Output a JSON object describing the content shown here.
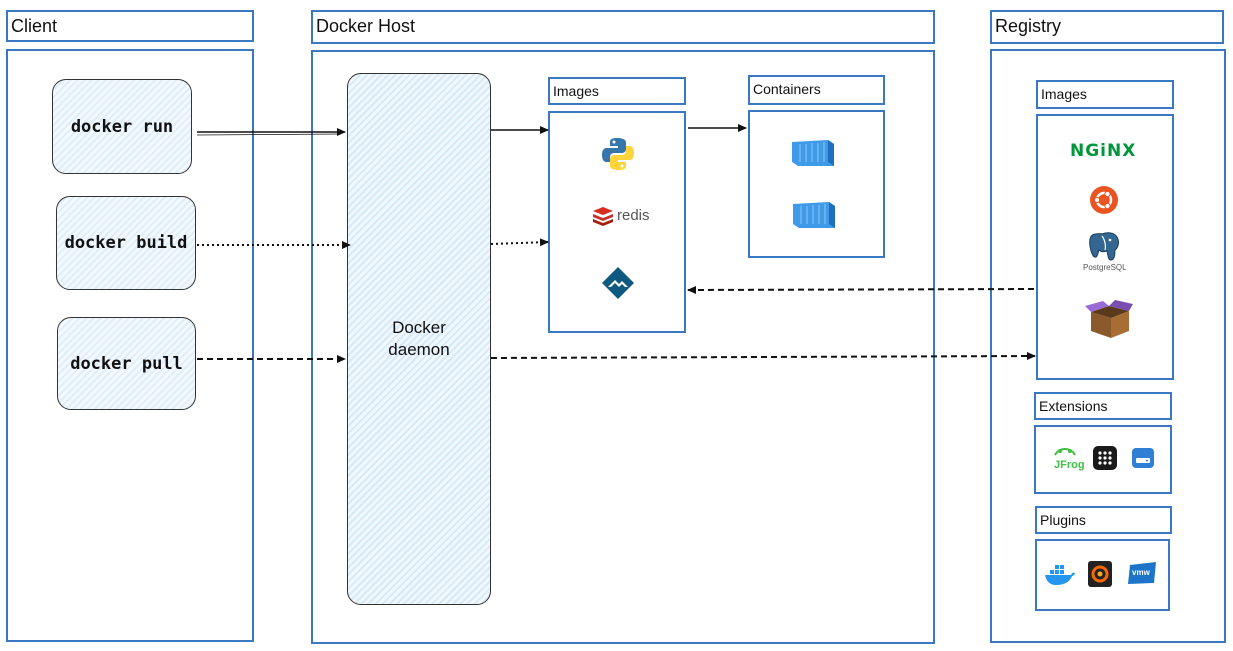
{
  "client": {
    "title": "Client",
    "commands": [
      "docker run",
      "docker build",
      "docker pull"
    ]
  },
  "host": {
    "title": "Docker Host",
    "daemon_line1": "Docker",
    "daemon_line2": "daemon",
    "images_title": "Images",
    "containers_title": "Containers",
    "redis_label": "redis"
  },
  "registry": {
    "title": "Registry",
    "images_title": "Images",
    "extensions_title": "Extensions",
    "plugins_title": "Plugins",
    "nginx_label": "NGiNX",
    "postgres_label": "PostgreSQL",
    "jfrog_label": "JFrog",
    "vmw_label": "vmw"
  },
  "colors": {
    "frame": "#3a78c2",
    "python_blue": "#3776ab",
    "python_yellow": "#ffd43b",
    "redis_red": "#d82c20",
    "nginx_green": "#009639",
    "ubuntu_orange": "#e95420",
    "container_blue": "#3f9be8"
  },
  "icons": [
    "python-icon",
    "redis-icon",
    "alpine-icon",
    "container-icon",
    "nginx-icon",
    "ubuntu-icon",
    "postgresql-icon",
    "box-icon",
    "jfrog-icon",
    "grid-app-icon",
    "disk-icon",
    "docker-whale-icon",
    "grafana-icon",
    "vmware-icon"
  ]
}
